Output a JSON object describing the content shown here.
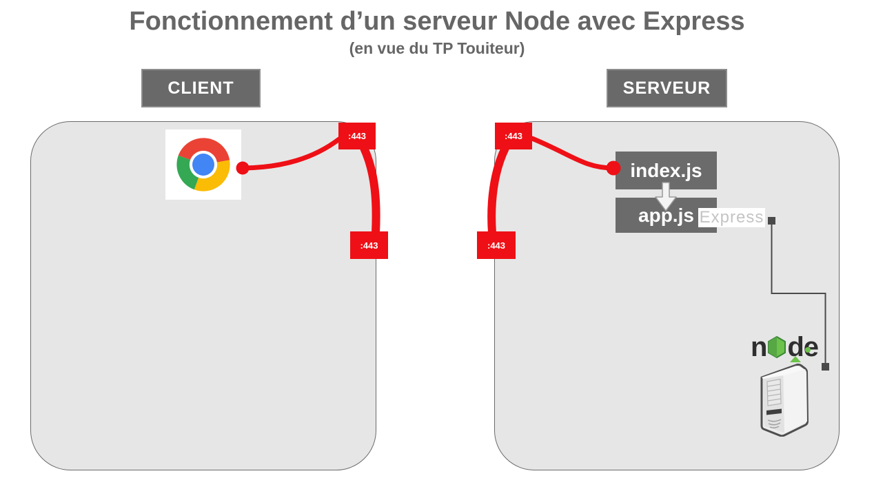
{
  "title": "Fonctionnement d’un serveur Node avec Express",
  "subtitle": "(en vue du TP Touiteur)",
  "client": {
    "label": "CLIENT",
    "browser_icon": "chrome-icon"
  },
  "server": {
    "label": "SERVEUR",
    "index_file": "index.js",
    "app_file": "app.js",
    "express_label": "Express",
    "node_logo": {
      "prefix": "n",
      "suffix": "de",
      "hexagon_icon": "node-hexagon-icon"
    },
    "machine_icon": "server-tower-icon"
  },
  "ports": {
    "client_top": ":443",
    "client_right": ":443",
    "server_top": ":443",
    "server_left": ":443"
  },
  "icons": {
    "browser": "chrome-icon",
    "flow": "down-arrow-icon",
    "express_connector": "connector-square-icon",
    "machine": "server-tower-icon"
  },
  "colors": {
    "accent_red": "#ee1016",
    "header_gray": "#696969",
    "file_box_gray": "#6b6b6b",
    "panel_fill": "#e6e6e6",
    "panel_border": "#6a6a6a",
    "title_gray": "#666666",
    "node_green": "#6cc24a",
    "express_text": "#c4c4c4",
    "connector_gray": "#4a4a4a",
    "chrome_red": "#ea4335",
    "chrome_green": "#34a853",
    "chrome_yellow": "#fbbc05",
    "chrome_blue": "#4285f4"
  }
}
